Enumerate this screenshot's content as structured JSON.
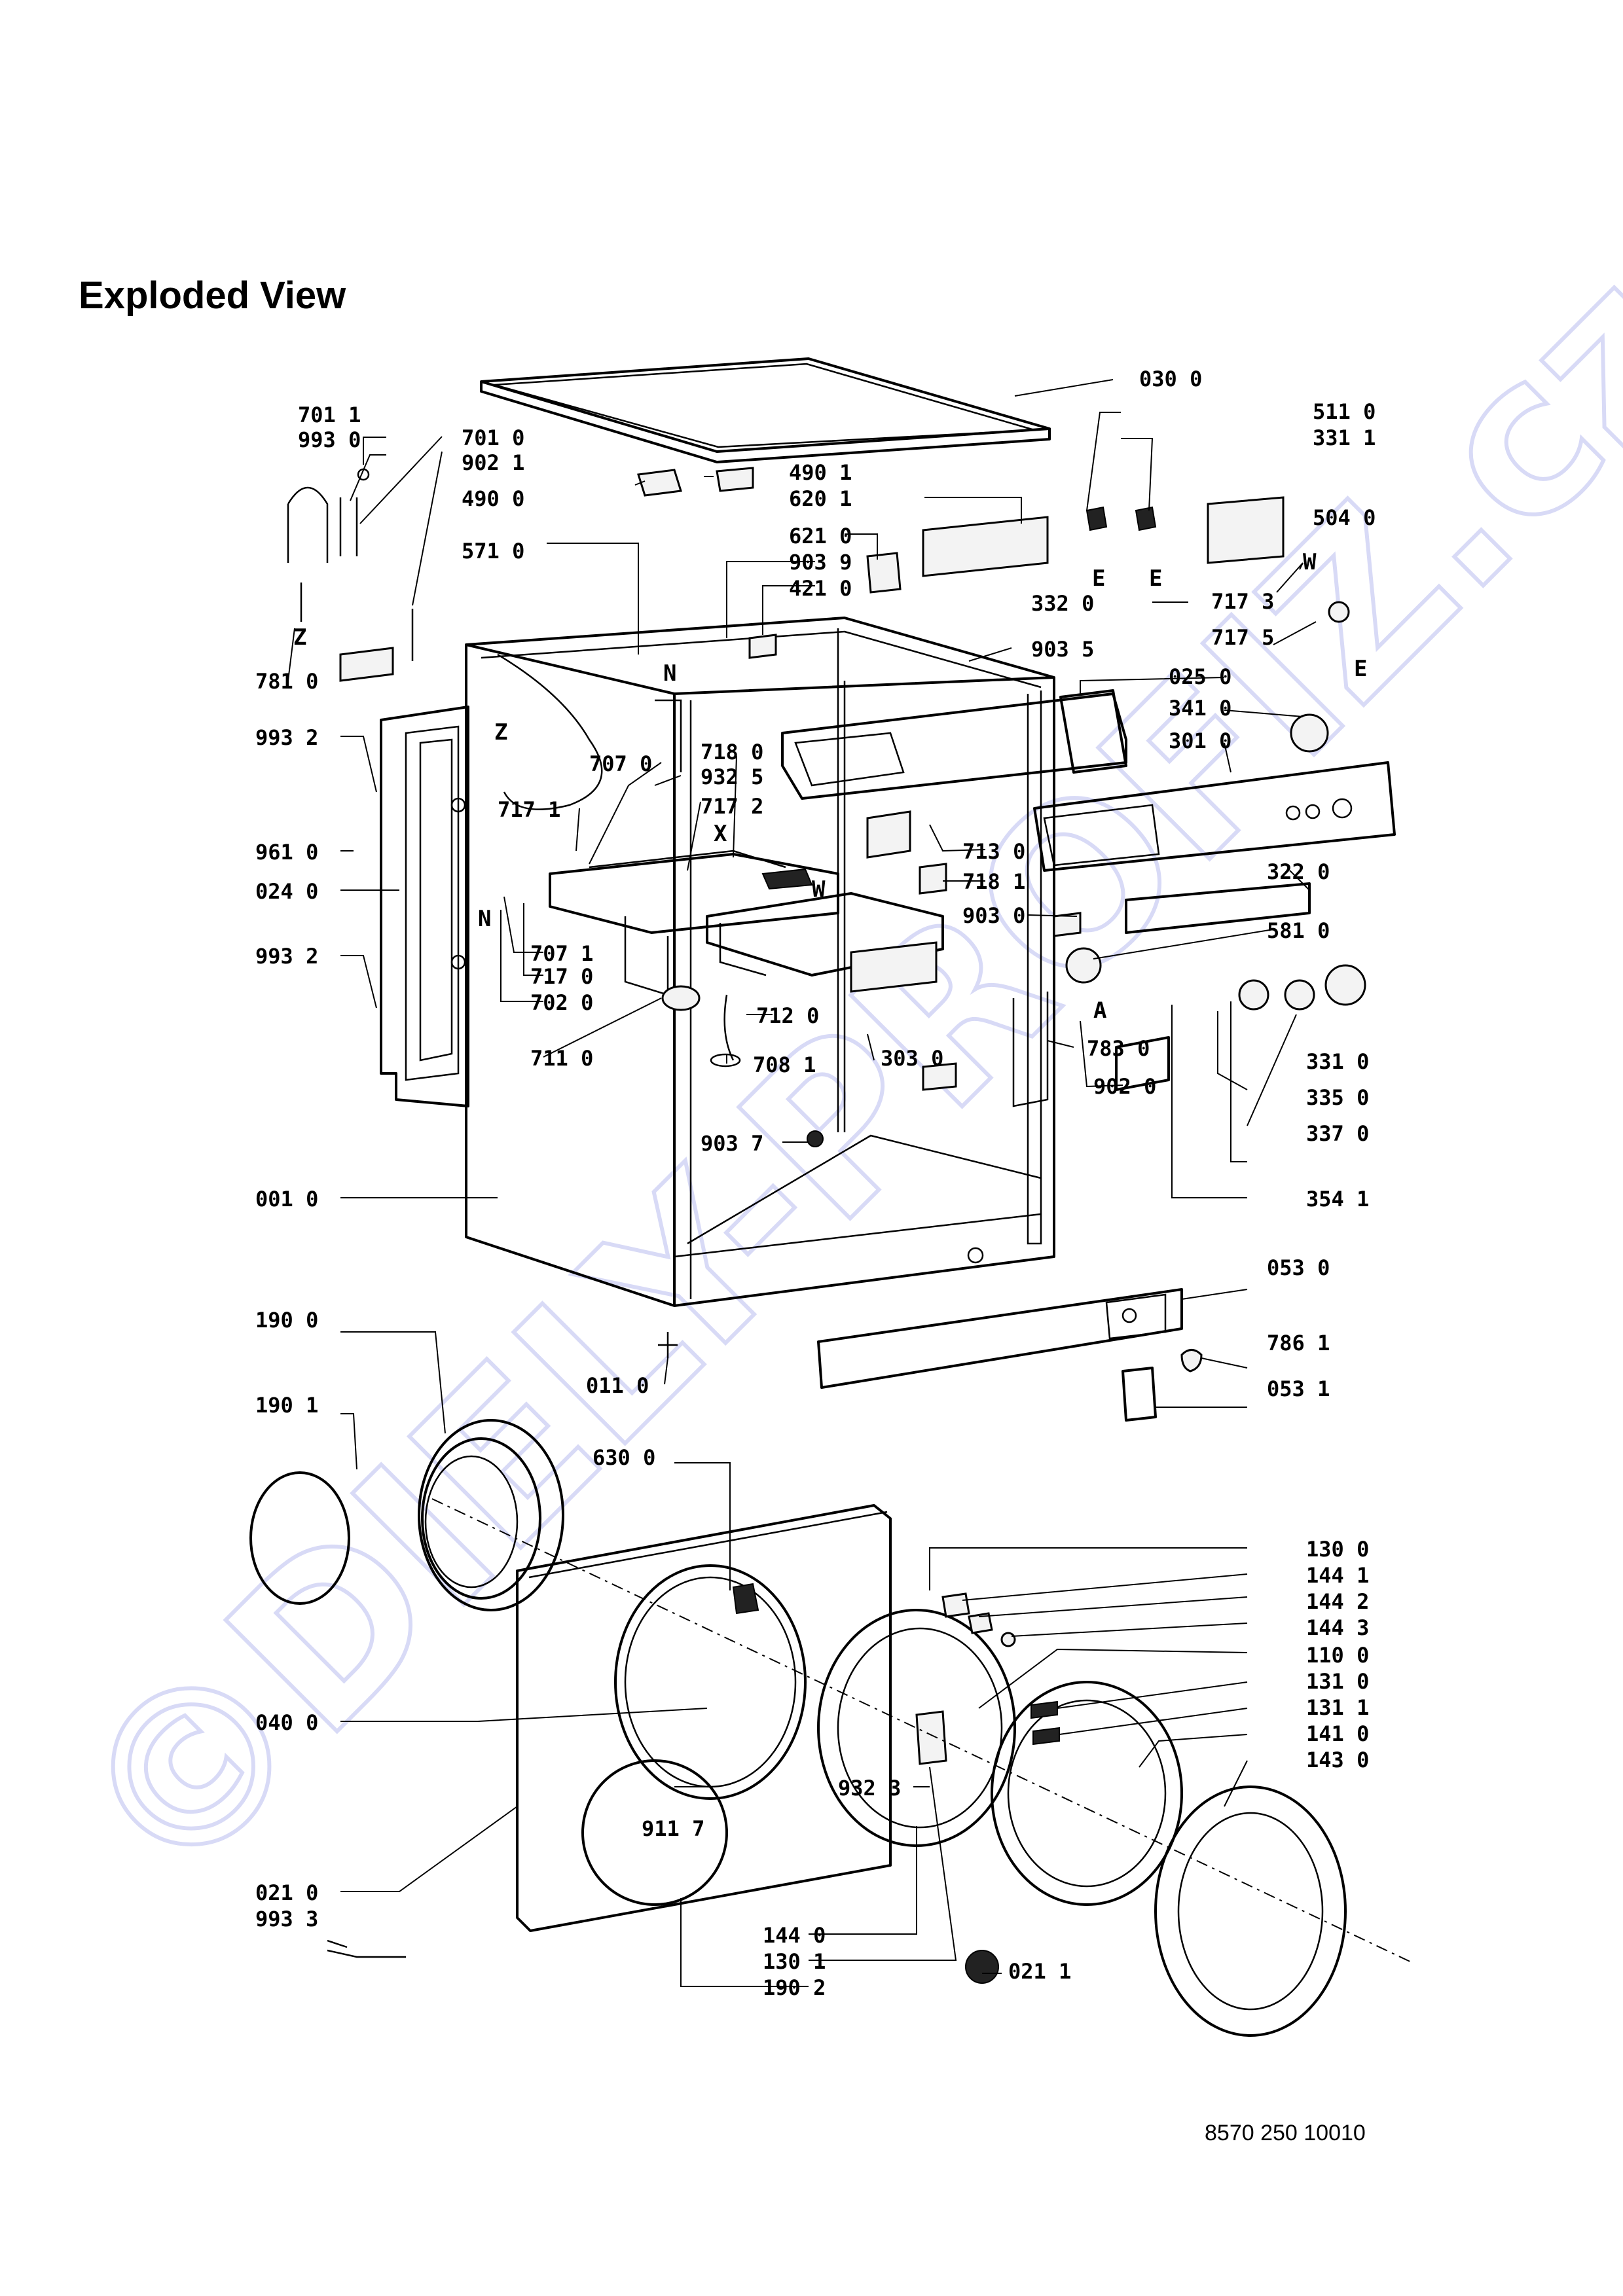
{
  "title": "Exploded View",
  "document_number": "8570 250 10010",
  "watermark": "©DIELY-PROFIZ.cz",
  "region_letters": [
    "N",
    "Z",
    "E",
    "W",
    "X",
    "A"
  ],
  "callouts": [
    "701 1",
    "993 0",
    "701 0",
    "902 1",
    "490 0",
    "490 1",
    "620 1",
    "030 0",
    "511 0",
    "331 1",
    "504 0",
    "571 0",
    "621 0",
    "903 9",
    "421 0",
    "332 0",
    "717 3",
    "717 5",
    "781 0",
    "903 5",
    "025 0",
    "993 2",
    "707 0",
    "718 0",
    "341 0",
    "301 0",
    "932 5",
    "717 1",
    "717 2",
    "961 0",
    "713 0",
    "024 0",
    "718 1",
    "322 0",
    "903 0",
    "993 2",
    "581 0",
    "707 1",
    "717 0",
    "702 0",
    "712 0",
    "303 0",
    "783 0",
    "331 0",
    "711 0",
    "708 1",
    "902 0",
    "335 0",
    "903 7",
    "337 0",
    "001 0",
    "354 1",
    "053 0",
    "190 0",
    "786 1",
    "011 0",
    "053 1",
    "190 1",
    "630 0",
    "130 0",
    "144 1",
    "144 2",
    "144 3",
    "110 0",
    "131 0",
    "131 1",
    "141 0",
    "040 0",
    "143 0",
    "932 3",
    "911 7",
    "021 0",
    "993 3",
    "144 0",
    "130 1",
    "021 1",
    "190 2"
  ]
}
